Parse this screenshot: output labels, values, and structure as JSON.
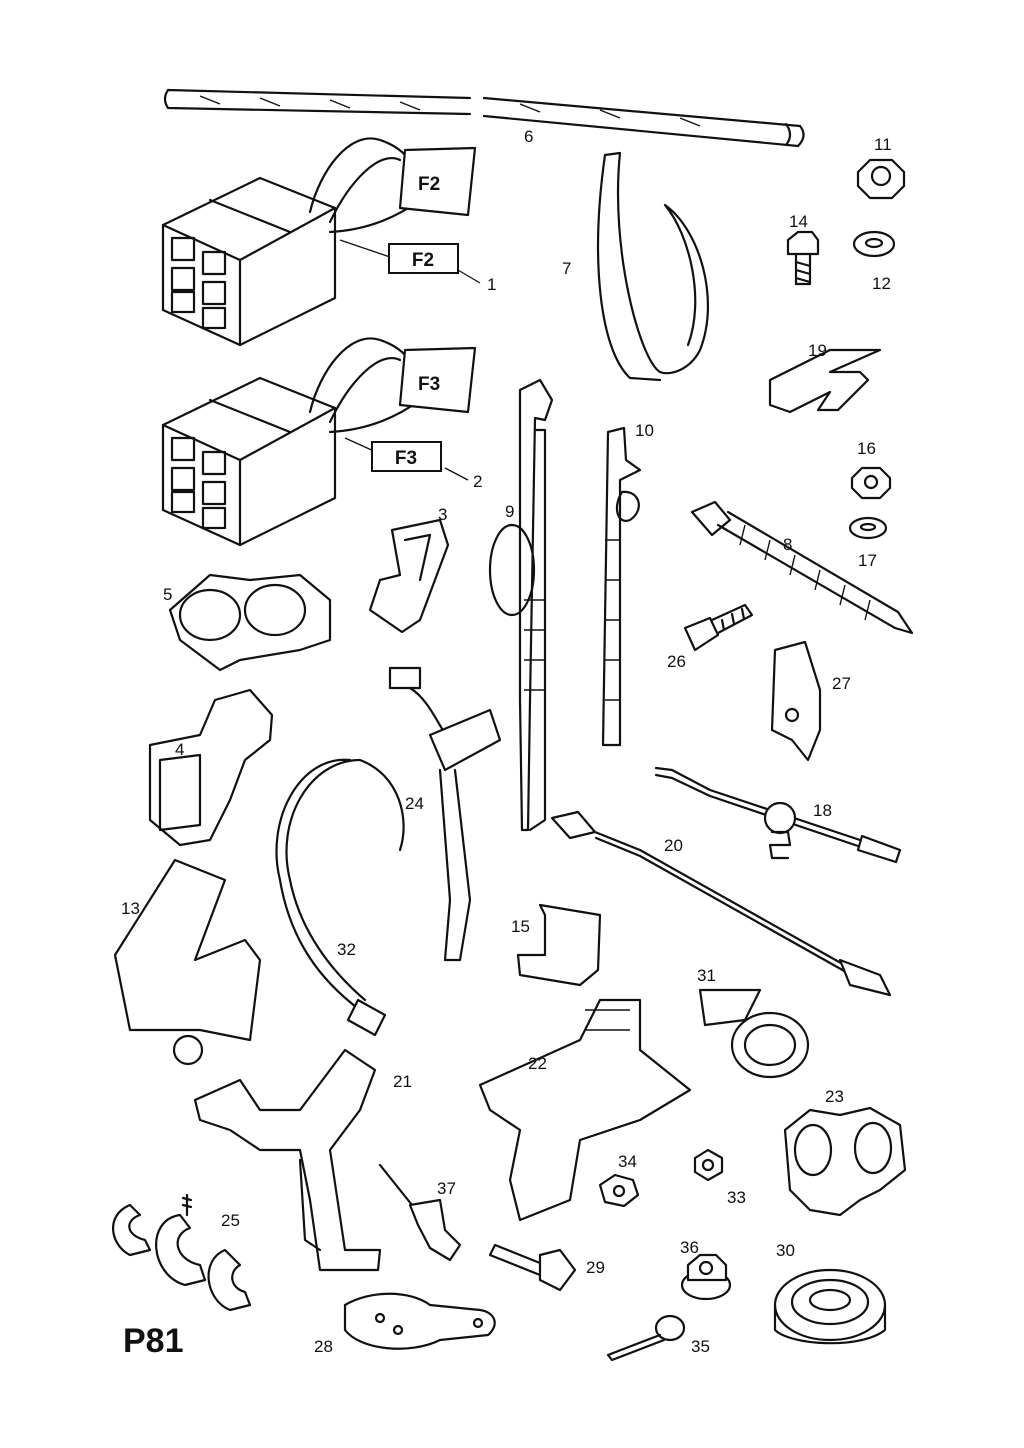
{
  "page_code": "P81",
  "connector_labels": {
    "f2": "F2",
    "f3": "F3"
  },
  "tag_labels": {
    "f2": "F2",
    "f3": "F3"
  },
  "callouts": {
    "c1": "1",
    "c2": "2",
    "c3": "3",
    "c4": "4",
    "c5": "5",
    "c6": "6",
    "c7": "7",
    "c8": "8",
    "c9": "9",
    "c10": "10",
    "c11": "11",
    "c12": "12",
    "c13": "13",
    "c14": "14",
    "c15": "15",
    "c16": "16",
    "c17": "17",
    "c18": "18",
    "c19": "19",
    "c20": "20",
    "c21": "21",
    "c22": "22",
    "c23": "23",
    "c24": "24",
    "c25": "25",
    "c26": "26",
    "c27": "27",
    "c28": "28",
    "c29": "29",
    "c30": "30",
    "c31": "31",
    "c32": "32",
    "c33": "33",
    "c34": "34",
    "c35": "35",
    "c36": "36",
    "c37": "37"
  }
}
